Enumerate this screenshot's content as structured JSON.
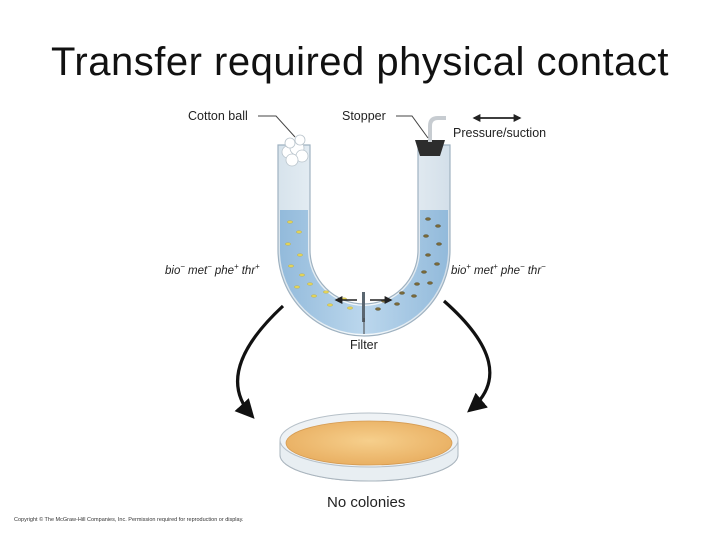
{
  "title": "Transfer required physical contact",
  "labels": {
    "cotton_ball": "Cotton ball",
    "stopper": "Stopper",
    "pressure_suction": "Pressure/suction",
    "filter": "Filter",
    "no_colonies": "No colonies"
  },
  "genotype_left": [
    {
      "gene": "bio",
      "sign": "−"
    },
    {
      "gene": "met",
      "sign": "−"
    },
    {
      "gene": "phe",
      "sign": "+"
    },
    {
      "gene": "thr",
      "sign": "+"
    }
  ],
  "genotype_right": [
    {
      "gene": "bio",
      "sign": "+"
    },
    {
      "gene": "met",
      "sign": "+"
    },
    {
      "gene": "phe",
      "sign": "−"
    },
    {
      "gene": "thr",
      "sign": "−"
    }
  ],
  "copyright": "Copyright © The McGraw-Hill Companies, Inc. Permission required for reproduction or display.",
  "colors": {
    "liquid": "#a9cbe6",
    "glass": "#e9f1f7",
    "plate_agar": "#efbf78",
    "arrow": "#111111"
  }
}
